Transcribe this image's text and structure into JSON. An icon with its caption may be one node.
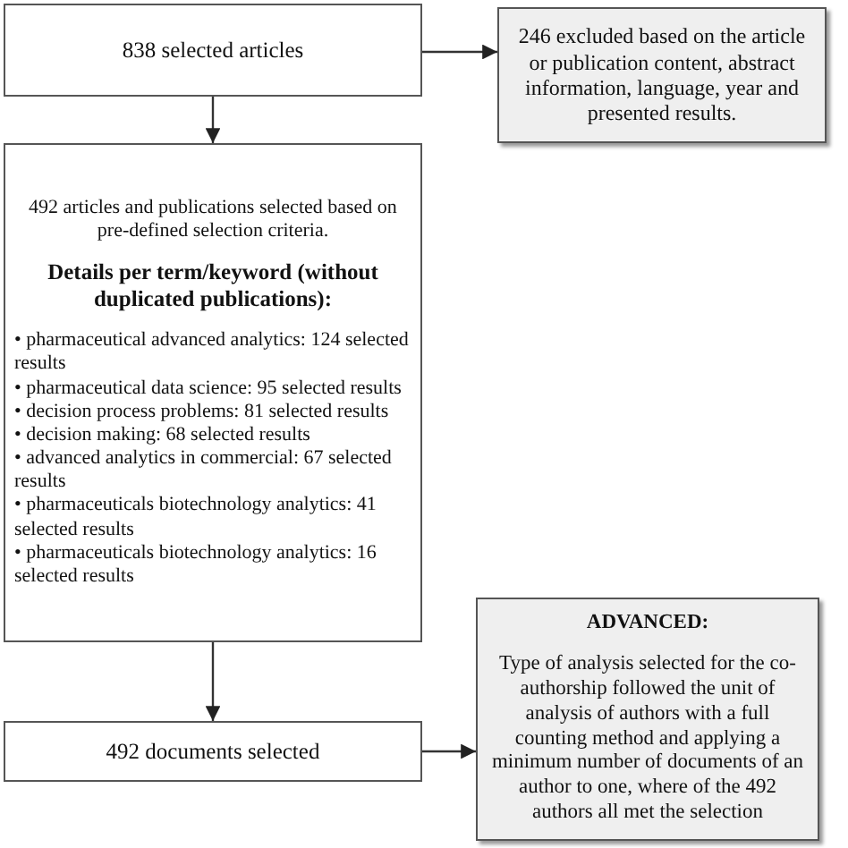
{
  "diagram": {
    "nodes": [
      {
        "text": [
          "838 selected articles"
        ]
      },
      {
        "text": [
          "246 excluded based on the article or publication content, abstract information, language, year and presented results."
        ]
      },
      {
        "text": [
          "492 articles and publications selected based on pre-defined selection criteria.",
          "Details per term/keyword (without duplicated publications):",
          "• pharmaceutical advanced analytics: 124 selected results",
          "• pharmaceutical data science: 95 selected results",
          "• decision process problems: 81 selected results",
          "• decision making: 68 selected results",
          "• advanced analytics in commercial: 67 selected results",
          "• pharmaceuticals biotechnology analytics: 41 selected results",
          "• pharmaceuticals biotechnology analytics: 16 selected results"
        ]
      },
      {
        "text": [
          "492 documents selected"
        ]
      },
      {
        "text": [
          "ADVANCED:",
          "Type of analysis selected for the co-authorship followed the unit of analysis of authors with a full counting method and applying a minimum number of documents of an author to one, where of the 492 authors all met the selection"
        ]
      }
    ],
    "edges": [
      {
        "from": 0,
        "to": 1,
        "arrow": "to"
      },
      {
        "from": 0,
        "to": 2,
        "arrow": "to"
      },
      {
        "from": 2,
        "to": 3,
        "arrow": "to"
      },
      {
        "from": 3,
        "to": 4,
        "arrow": "to"
      }
    ]
  }
}
